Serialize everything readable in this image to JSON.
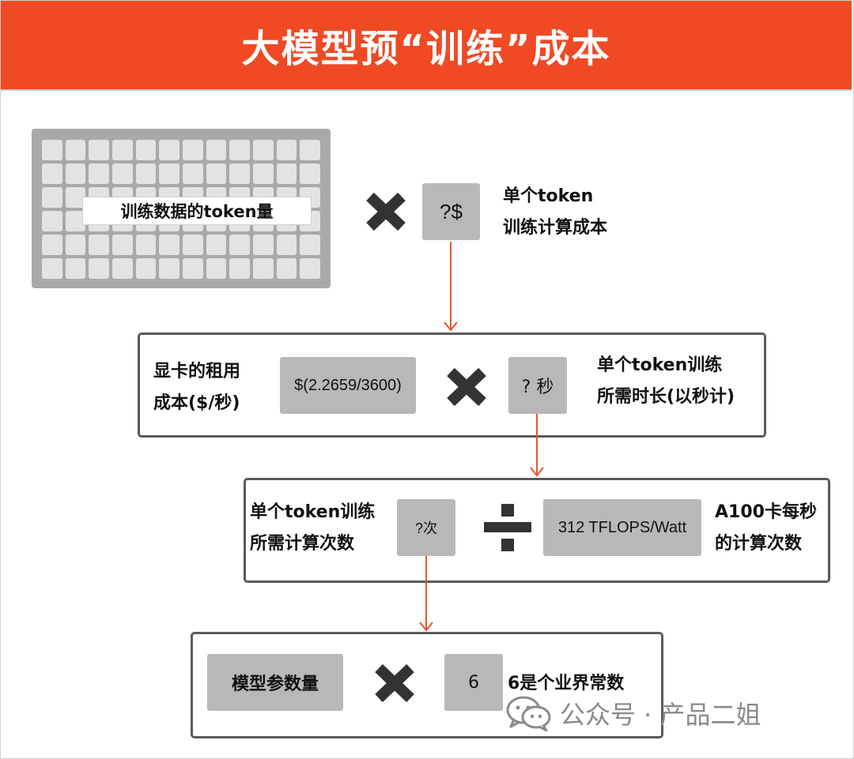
{
  "title": "大模型预“训练”成本",
  "step1": {
    "grid_label": "训练数据的token量",
    "chip": "?$",
    "desc_line1": "单个token",
    "desc_line2": "训练计算成本"
  },
  "step2": {
    "left_line1": "显卡的租用",
    "left_line2": "成本($/秒)",
    "chip_left": "$(2.2659/3600)",
    "chip_right": "? 秒",
    "right_line1": "单个token训练",
    "right_line2": "所需时长(以秒计)"
  },
  "step3": {
    "left_line1": "单个token训练",
    "left_line2": "所需计算次数",
    "chip_left": "?次",
    "chip_right": "312 TFLOPS/Watt",
    "right_line1": "A100卡每秒",
    "right_line2": "的计算次数"
  },
  "step4": {
    "chip_left": "模型参数量",
    "chip_right": "6",
    "right_label": "6是个业界常数"
  },
  "watermark": "公众号 · 产品二姐",
  "colors": {
    "header": "#ef4a24",
    "arrow": "#e2572e",
    "chip": "#b8b8b8",
    "operator": "#333333"
  }
}
